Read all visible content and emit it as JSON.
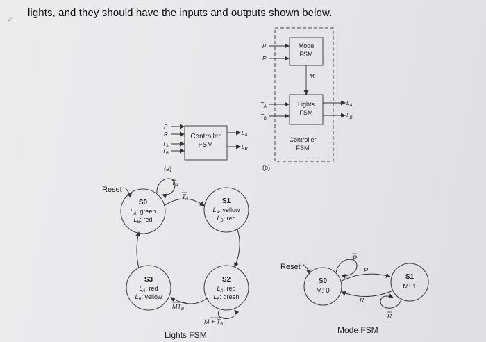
{
  "header": {
    "text": "lights, and they should have the inputs and outputs shown below."
  },
  "fig_a": {
    "caption": "(a)",
    "box_label_1": "Controller",
    "box_label_2": "FSM",
    "inputs": [
      "P",
      "R",
      "T",
      "T"
    ],
    "input_subs": [
      "",
      "",
      "A",
      "B"
    ],
    "outputs": [
      "L",
      "L"
    ],
    "output_subs": [
      "A",
      "B"
    ]
  },
  "fig_b": {
    "caption": "(b)",
    "mode_1": "Mode",
    "mode_2": "FSM",
    "m_label": "M",
    "lights_1": "Lights",
    "lights_2": "FSM",
    "ctrl_1": "Controller",
    "ctrl_2": "FSM",
    "inputs": [
      "P",
      "R",
      "T",
      "T"
    ],
    "input_subs": [
      "",
      "",
      "A",
      "B"
    ],
    "outputs": [
      "L",
      "L"
    ],
    "output_subs": [
      "A",
      "B"
    ]
  },
  "lights_fsm": {
    "title": "Lights FSM",
    "reset": "Reset",
    "states": [
      {
        "name": "S0",
        "l1": "L",
        "s1": "A",
        "v1": ": green",
        "l2": "L",
        "s2": "B",
        "v2": ": red"
      },
      {
        "name": "S1",
        "l1": "L",
        "s1": "A",
        "v1": ": yellow",
        "l2": "L",
        "s2": "B",
        "v2": ": red"
      },
      {
        "name": "S2",
        "l1": "L",
        "s1": "A",
        "v1": ": red",
        "l2": "L",
        "s2": "B",
        "v2": ": green"
      },
      {
        "name": "S3",
        "l1": "L",
        "s1": "A",
        "v1": ": red",
        "l2": "L",
        "s2": "B",
        "v2": ": yellow"
      }
    ],
    "t_self_s0": "T",
    "t_self_s0_sub": "A",
    "t_s0_s1": "T",
    "t_s0_s1_sub": "A",
    "t_s2_s3": "MT",
    "t_s2_s3_sub": "B",
    "t_self_s2": "M + T",
    "t_self_s2_sub": "B"
  },
  "mode_fsm": {
    "title": "Mode FSM",
    "reset": "Reset",
    "s0_name": "S0",
    "s0_out": "M: 0",
    "s1_name": "S1",
    "s1_out": "M: 1",
    "t_self_s0": "P",
    "t_s0_s1": "P",
    "t_s1_s0": "R",
    "t_self_s1": "R"
  }
}
